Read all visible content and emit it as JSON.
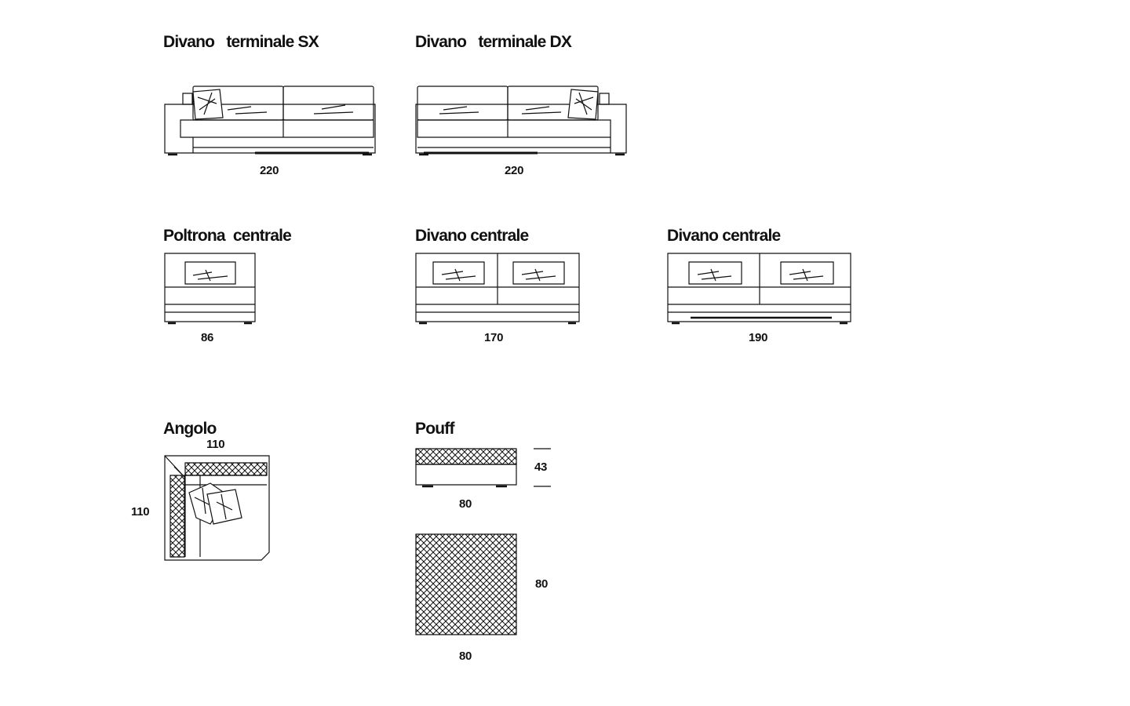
{
  "modules": {
    "sofa_end_left": {
      "title": "Divano   terminale SX",
      "width_dim": "220"
    },
    "sofa_end_right": {
      "title": "Divano   terminale DX",
      "width_dim": "220"
    },
    "armchair_central": {
      "title": "Poltrona  centrale",
      "width_dim": "86"
    },
    "sofa_central_170": {
      "title": "Divano centrale",
      "width_dim": "170"
    },
    "sofa_central_190": {
      "title": "Divano centrale",
      "width_dim": "190"
    },
    "corner": {
      "title": "Angolo",
      "width_dim": "110",
      "depth_dim": "110"
    },
    "pouf": {
      "title": "Pouff",
      "height_dim": "43",
      "side_width_dim": "80",
      "top_depth_dim": "80",
      "top_width_dim": "80"
    }
  }
}
